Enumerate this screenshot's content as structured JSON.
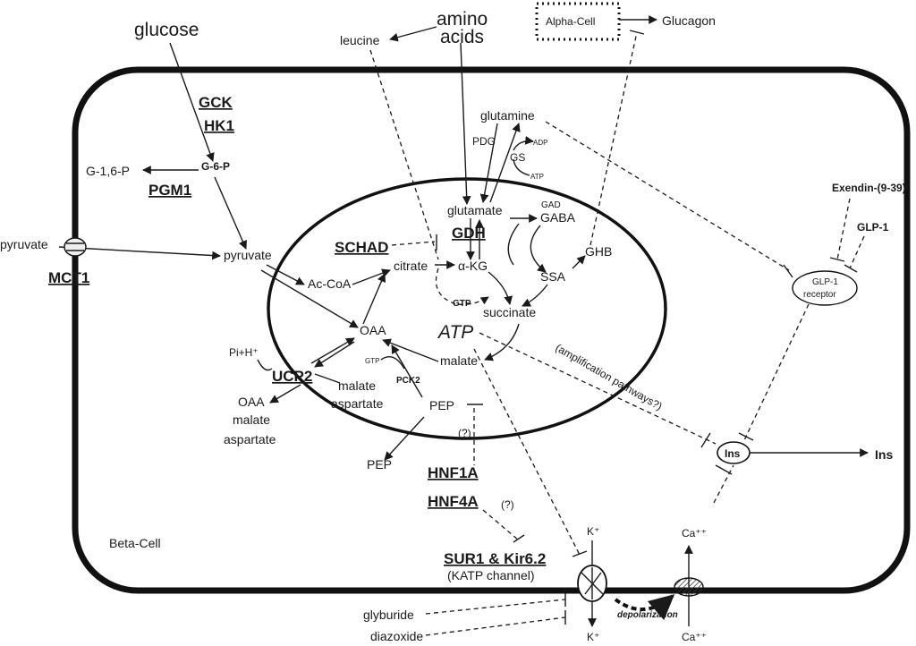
{
  "labels": {
    "glucose": "glucose",
    "amino": "amino",
    "acids": "acids",
    "leucine": "leucine",
    "alpha_cell": "Alpha-Cell",
    "glucagon": "Glucagon",
    "gck": "GCK",
    "hk1": "HK1",
    "g6p": "G-6-P",
    "g16p": "G-1,6-P",
    "pgm1": "PGM1",
    "pyruvate_out": "pyruvate",
    "pyruvate_in": "pyruvate",
    "mct1": "MCT1",
    "ac_coa": "Ac-CoA",
    "citrate": "citrate",
    "akg": "α-KG",
    "gtp_center": "GTP",
    "glutamine": "glutamine",
    "pdg": "PDG",
    "gs": "GS",
    "adp": "ADP",
    "atp_small": "ATP",
    "glutamate": "glutamate",
    "gad": "GAD",
    "gaba": "GABA",
    "gdh": "GDH",
    "schad": "SCHAD",
    "ssa": "SSA",
    "ghb": "GHB",
    "succinate": "succinate",
    "atp_big": "ATP",
    "oaa_in": "OAA",
    "malate_in": "malate",
    "pi_h": "Pi+H⁺",
    "ucp2": "UCP2",
    "oaa_out": "OAA",
    "malate_out": "malate",
    "aspartate_out": "aspartate",
    "malate_mid": "malate",
    "aspartate_mid": "aspartate",
    "gtp_pck": "GTP",
    "pck2": "PCK2",
    "pep_in": "PEP",
    "pep_out": "PEP",
    "question1": "(?)",
    "question2": "(?)",
    "hnf1a": "HNF1A",
    "hnf4a": "HNF4A",
    "amplification": "(amplification pathways?)",
    "exendin": "Exendin-(9-39)",
    "glp1": "GLP-1",
    "glp1_receptor_line1": "GLP-1",
    "glp1_receptor_line2": "receptor",
    "ins_in": "Ins",
    "ins_out": "Ins",
    "beta_cell": "Beta-Cell",
    "sur1": "SUR1 & Kir6.2",
    "katp": "(KATP channel)",
    "k_top": "K⁺",
    "k_bottom": "K⁺",
    "ca_top": "Ca⁺⁺",
    "ca_bottom": "Ca⁺⁺",
    "depolarization": "depolarization",
    "glyburide": "glyburide",
    "diazoxide": "diazoxide"
  }
}
